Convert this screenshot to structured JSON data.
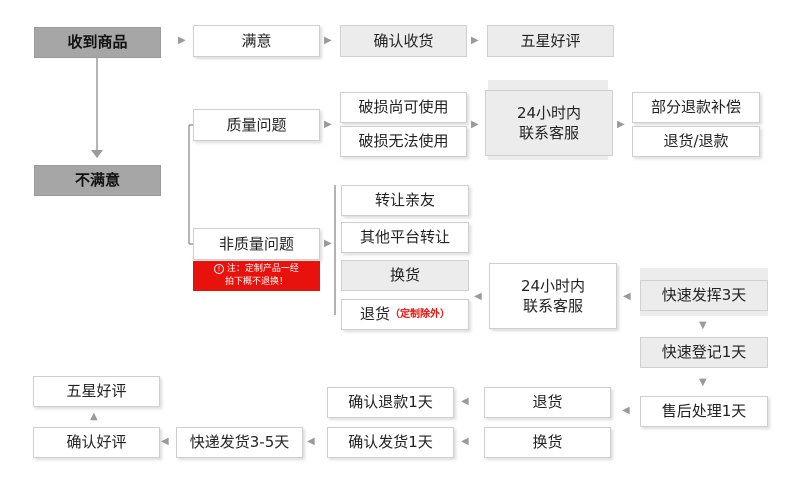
{
  "nodes": {
    "received_goods": "收到商品",
    "satisfied": "满意",
    "confirm_receipt": "确认收货",
    "five_star_top": "五星好评",
    "quality_issue": "质量问题",
    "damaged_usable": "破损尚可使用",
    "damaged_unusable": "破损无法使用",
    "contact_cs_24h_top": "24小时内\n联系客服",
    "partial_refund": "部分退款补偿",
    "return_refund": "退货/退款",
    "unsatisfied": "不满意",
    "non_quality_issue": "非质量问题",
    "transfer_friends": "转让亲友",
    "other_platform": "其他平台转让",
    "exchange_goods": "换货",
    "return_goods": "退货",
    "return_goods_note": "（定制除外）",
    "contact_cs_24h_mid": "24小时内\n联系客服",
    "express_ship_3d": "快速发挥3天",
    "express_register_1d": "快速登记1天",
    "after_sales_1d": "售后处理1天",
    "return_bottom": "退货",
    "confirm_refund_1d": "确认退款1天",
    "exchange_bottom": "换货",
    "confirm_ship_1d": "确认发货1天",
    "express_ship_3_5d": "快递发货3-5天",
    "confirm_review": "确认好评",
    "five_star_bottom": "五星好评"
  },
  "notice": {
    "icon": "info-circle-icon",
    "text": "注：定制产品一经\n拍下概不退换！"
  },
  "colors": {
    "dark_box": "#a6a6a6",
    "grey_box": "#ececec",
    "notice": "#e8120c",
    "connector": "#9a9a9a"
  }
}
